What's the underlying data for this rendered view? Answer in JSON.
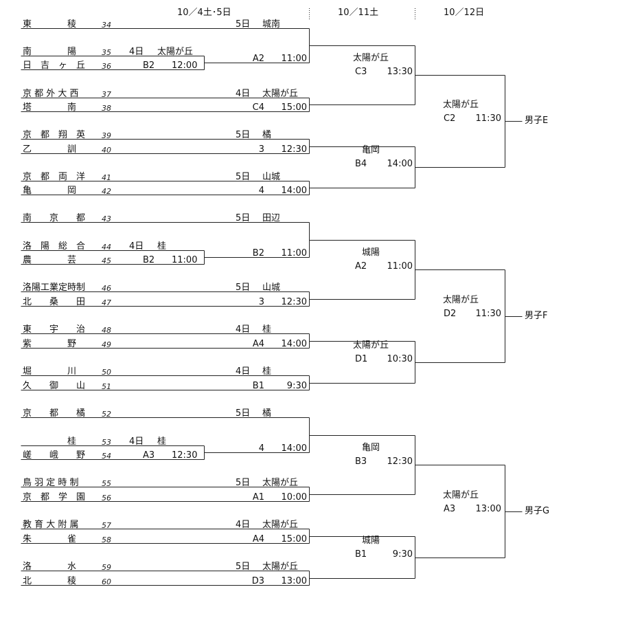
{
  "header": {
    "rounds": [
      "10／4土･5日",
      "10／11土",
      "10／12日"
    ]
  },
  "teams": [
    {
      "name": "東　　　　稜",
      "num": "34"
    },
    {
      "name": "南　　　　陽",
      "num": "35"
    },
    {
      "name": "日　吉　ヶ　丘",
      "num": "36"
    },
    {
      "name": "京 都 外 大 西",
      "num": "37"
    },
    {
      "name": "塔　　　　南",
      "num": "38"
    },
    {
      "name": "京　都　翔　英",
      "num": "39"
    },
    {
      "name": "乙　　　　訓",
      "num": "40"
    },
    {
      "name": "京　都　両　洋",
      "num": "41"
    },
    {
      "name": "亀　　　　岡",
      "num": "42"
    },
    {
      "name": "南　　京　　都",
      "num": "43"
    },
    {
      "name": "洛　陽　総　合",
      "num": "44"
    },
    {
      "name": "農　　　　芸",
      "num": "45"
    },
    {
      "name": "洛陽工業定時制",
      "num": "46"
    },
    {
      "name": "北　　桑　　田",
      "num": "47"
    },
    {
      "name": "東　　宇　　治",
      "num": "48"
    },
    {
      "name": "紫　　　　野",
      "num": "49"
    },
    {
      "name": "堀　　　　川",
      "num": "50"
    },
    {
      "name": "久　　御　　山",
      "num": "51"
    },
    {
      "name": "京　　都　　橘",
      "num": "52"
    },
    {
      "name": "　　　　　桂",
      "num": "53"
    },
    {
      "name": "嵯　　峨　　野",
      "num": "54"
    },
    {
      "name": "鳥 羽 定 時 制",
      "num": "55"
    },
    {
      "name": "京　都　学　園",
      "num": "56"
    },
    {
      "name": "教 育 大 附 属",
      "num": "57"
    },
    {
      "name": "朱　　　　雀",
      "num": "58"
    },
    {
      "name": "洛　　　　水",
      "num": "59"
    },
    {
      "name": "北　　　　稜",
      "num": "60"
    }
  ],
  "prelim_games": [
    {
      "day": "4日",
      "venue": "太陽が丘",
      "court": "B2",
      "time": "12:00"
    },
    {
      "day": "4日",
      "venue": "桂",
      "court": "B2",
      "time": "11:00"
    },
    {
      "day": "4日",
      "venue": "桂",
      "court": "A3",
      "time": "12:30"
    }
  ],
  "round1_games": [
    {
      "day": "5日",
      "venue": "城南",
      "court": "A2",
      "time": "11:00"
    },
    {
      "day": "4日",
      "venue": "太陽が丘",
      "court": "C4",
      "time": "15:00"
    },
    {
      "day": "5日",
      "venue": "橘",
      "court": "3",
      "time": "12:30"
    },
    {
      "day": "5日",
      "venue": "山城",
      "court": "4",
      "time": "14:00"
    },
    {
      "day": "5日",
      "venue": "田辺",
      "court": "B2",
      "time": "11:00"
    },
    {
      "day": "5日",
      "venue": "山城",
      "court": "3",
      "time": "12:30"
    },
    {
      "day": "4日",
      "venue": "桂",
      "court": "A4",
      "time": "14:00"
    },
    {
      "day": "4日",
      "venue": "桂",
      "court": "B1",
      "time": "9:30"
    },
    {
      "day": "5日",
      "venue": "橘",
      "court": "4",
      "time": "14:00"
    },
    {
      "day": "5日",
      "venue": "太陽が丘",
      "court": "A1",
      "time": "10:00"
    },
    {
      "day": "4日",
      "venue": "太陽が丘",
      "court": "A4",
      "time": "15:00"
    },
    {
      "day": "5日",
      "venue": "太陽が丘",
      "court": "D3",
      "time": "13:00"
    }
  ],
  "round2_games": [
    {
      "venue": "太陽が丘",
      "court": "C3",
      "time": "13:30"
    },
    {
      "venue": "亀岡",
      "court": "B4",
      "time": "14:00"
    },
    {
      "venue": "城陽",
      "court": "A2",
      "time": "11:00"
    },
    {
      "venue": "太陽が丘",
      "court": "D1",
      "time": "10:30"
    },
    {
      "venue": "亀岡",
      "court": "B3",
      "time": "12:30"
    },
    {
      "venue": "城陽",
      "court": "B1",
      "time": "9:30"
    }
  ],
  "round3_games": [
    {
      "venue": "太陽が丘",
      "court": "C2",
      "time": "11:30"
    },
    {
      "venue": "太陽が丘",
      "court": "D2",
      "time": "11:30"
    },
    {
      "venue": "太陽が丘",
      "court": "A3",
      "time": "13:00"
    }
  ],
  "winners": [
    "男子E",
    "男子F",
    "男子G"
  ]
}
